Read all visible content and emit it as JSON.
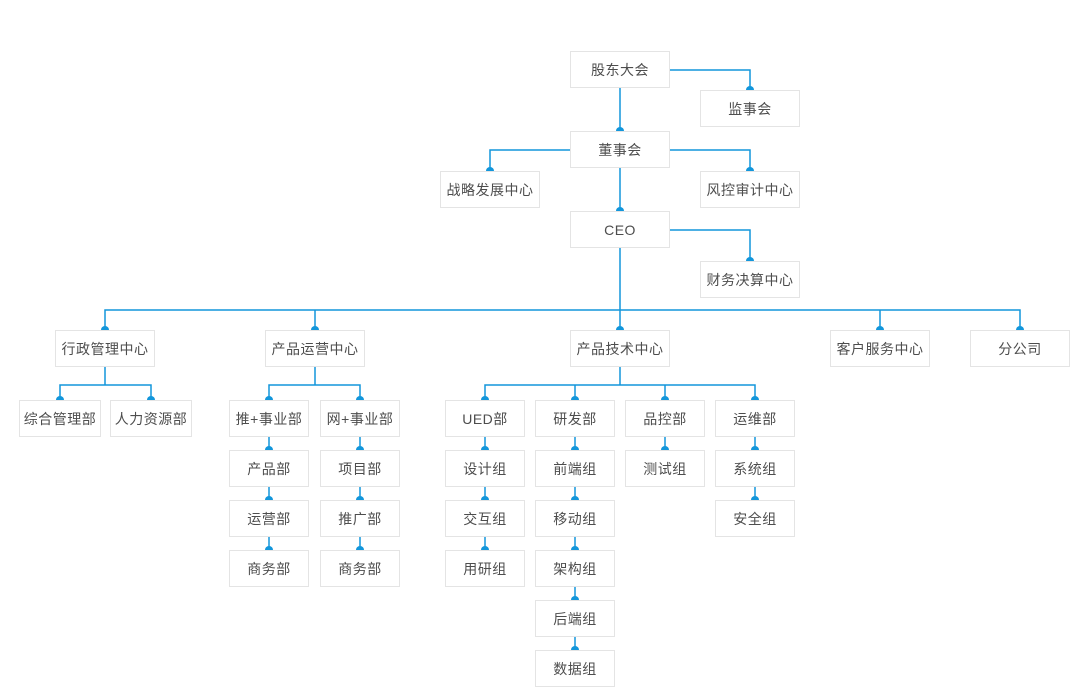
{
  "meta": {
    "diagram_type": "org-chart",
    "language": "zh-CN"
  },
  "style": {
    "line_color": "#1296db",
    "dot_color": "#1296db",
    "box_border_color": "#e4e4e4",
    "box_background": "#ffffff",
    "text_color": "#4d4d4d",
    "page_background": "#ffffff"
  },
  "org_chart": {
    "root": "shareholders_meeting",
    "nodes": {
      "shareholders_meeting": {
        "label": "股东大会"
      },
      "supervisory_board": {
        "label": "监事会"
      },
      "board_of_directors": {
        "label": "董事会"
      },
      "strategy_center": {
        "label": "战略发展中心"
      },
      "risk_audit_center": {
        "label": "风控审计中心"
      },
      "ceo": {
        "label": "CEO"
      },
      "finance_center": {
        "label": "财务决算中心"
      },
      "admin_center": {
        "label": "行政管理中心"
      },
      "general_mgmt_dept": {
        "label": "综合管理部"
      },
      "hr_dept": {
        "label": "人力资源部"
      },
      "product_ops_center": {
        "label": "产品运营中心"
      },
      "tui_division": {
        "label": "推+事业部"
      },
      "wang_division": {
        "label": "网+事业部"
      },
      "product_dept": {
        "label": "产品部"
      },
      "project_dept": {
        "label": "项目部"
      },
      "operations_dept": {
        "label": "运营部"
      },
      "promotion_dept": {
        "label": "推广部"
      },
      "business_dept_a": {
        "label": "商务部"
      },
      "business_dept_b": {
        "label": "商务部"
      },
      "product_tech_center": {
        "label": "产品技术中心"
      },
      "ued_dept": {
        "label": "UED部"
      },
      "rnd_dept": {
        "label": "研发部"
      },
      "qc_dept": {
        "label": "品控部"
      },
      "om_dept": {
        "label": "运维部"
      },
      "design_group": {
        "label": "设计组"
      },
      "interaction_group": {
        "label": "交互组"
      },
      "user_research_group": {
        "label": "用研组"
      },
      "frontend_group": {
        "label": "前端组"
      },
      "mobile_group": {
        "label": "移动组"
      },
      "architecture_group": {
        "label": "架构组"
      },
      "backend_group": {
        "label": "后端组"
      },
      "data_group": {
        "label": "数据组"
      },
      "testing_group": {
        "label": "测试组"
      },
      "system_group": {
        "label": "系统组"
      },
      "security_group": {
        "label": "安全组"
      },
      "customer_service_center": {
        "label": "客户服务中心"
      },
      "branch_company": {
        "label": "分公司"
      }
    },
    "edges": [
      [
        "shareholders_meeting",
        "supervisory_board"
      ],
      [
        "shareholders_meeting",
        "board_of_directors"
      ],
      [
        "board_of_directors",
        "strategy_center"
      ],
      [
        "board_of_directors",
        "risk_audit_center"
      ],
      [
        "board_of_directors",
        "ceo"
      ],
      [
        "ceo",
        "finance_center"
      ],
      [
        "ceo",
        "admin_center"
      ],
      [
        "ceo",
        "product_ops_center"
      ],
      [
        "ceo",
        "product_tech_center"
      ],
      [
        "ceo",
        "customer_service_center"
      ],
      [
        "ceo",
        "branch_company"
      ],
      [
        "admin_center",
        "general_mgmt_dept"
      ],
      [
        "admin_center",
        "hr_dept"
      ],
      [
        "product_ops_center",
        "tui_division"
      ],
      [
        "product_ops_center",
        "wang_division"
      ],
      [
        "tui_division",
        "product_dept"
      ],
      [
        "product_dept",
        "operations_dept"
      ],
      [
        "operations_dept",
        "business_dept_a"
      ],
      [
        "wang_division",
        "project_dept"
      ],
      [
        "project_dept",
        "promotion_dept"
      ],
      [
        "promotion_dept",
        "business_dept_b"
      ],
      [
        "product_tech_center",
        "ued_dept"
      ],
      [
        "product_tech_center",
        "rnd_dept"
      ],
      [
        "product_tech_center",
        "qc_dept"
      ],
      [
        "product_tech_center",
        "om_dept"
      ],
      [
        "ued_dept",
        "design_group"
      ],
      [
        "design_group",
        "interaction_group"
      ],
      [
        "interaction_group",
        "user_research_group"
      ],
      [
        "rnd_dept",
        "frontend_group"
      ],
      [
        "frontend_group",
        "mobile_group"
      ],
      [
        "mobile_group",
        "architecture_group"
      ],
      [
        "architecture_group",
        "backend_group"
      ],
      [
        "backend_group",
        "data_group"
      ],
      [
        "qc_dept",
        "testing_group"
      ],
      [
        "om_dept",
        "system_group"
      ],
      [
        "system_group",
        "security_group"
      ]
    ]
  }
}
